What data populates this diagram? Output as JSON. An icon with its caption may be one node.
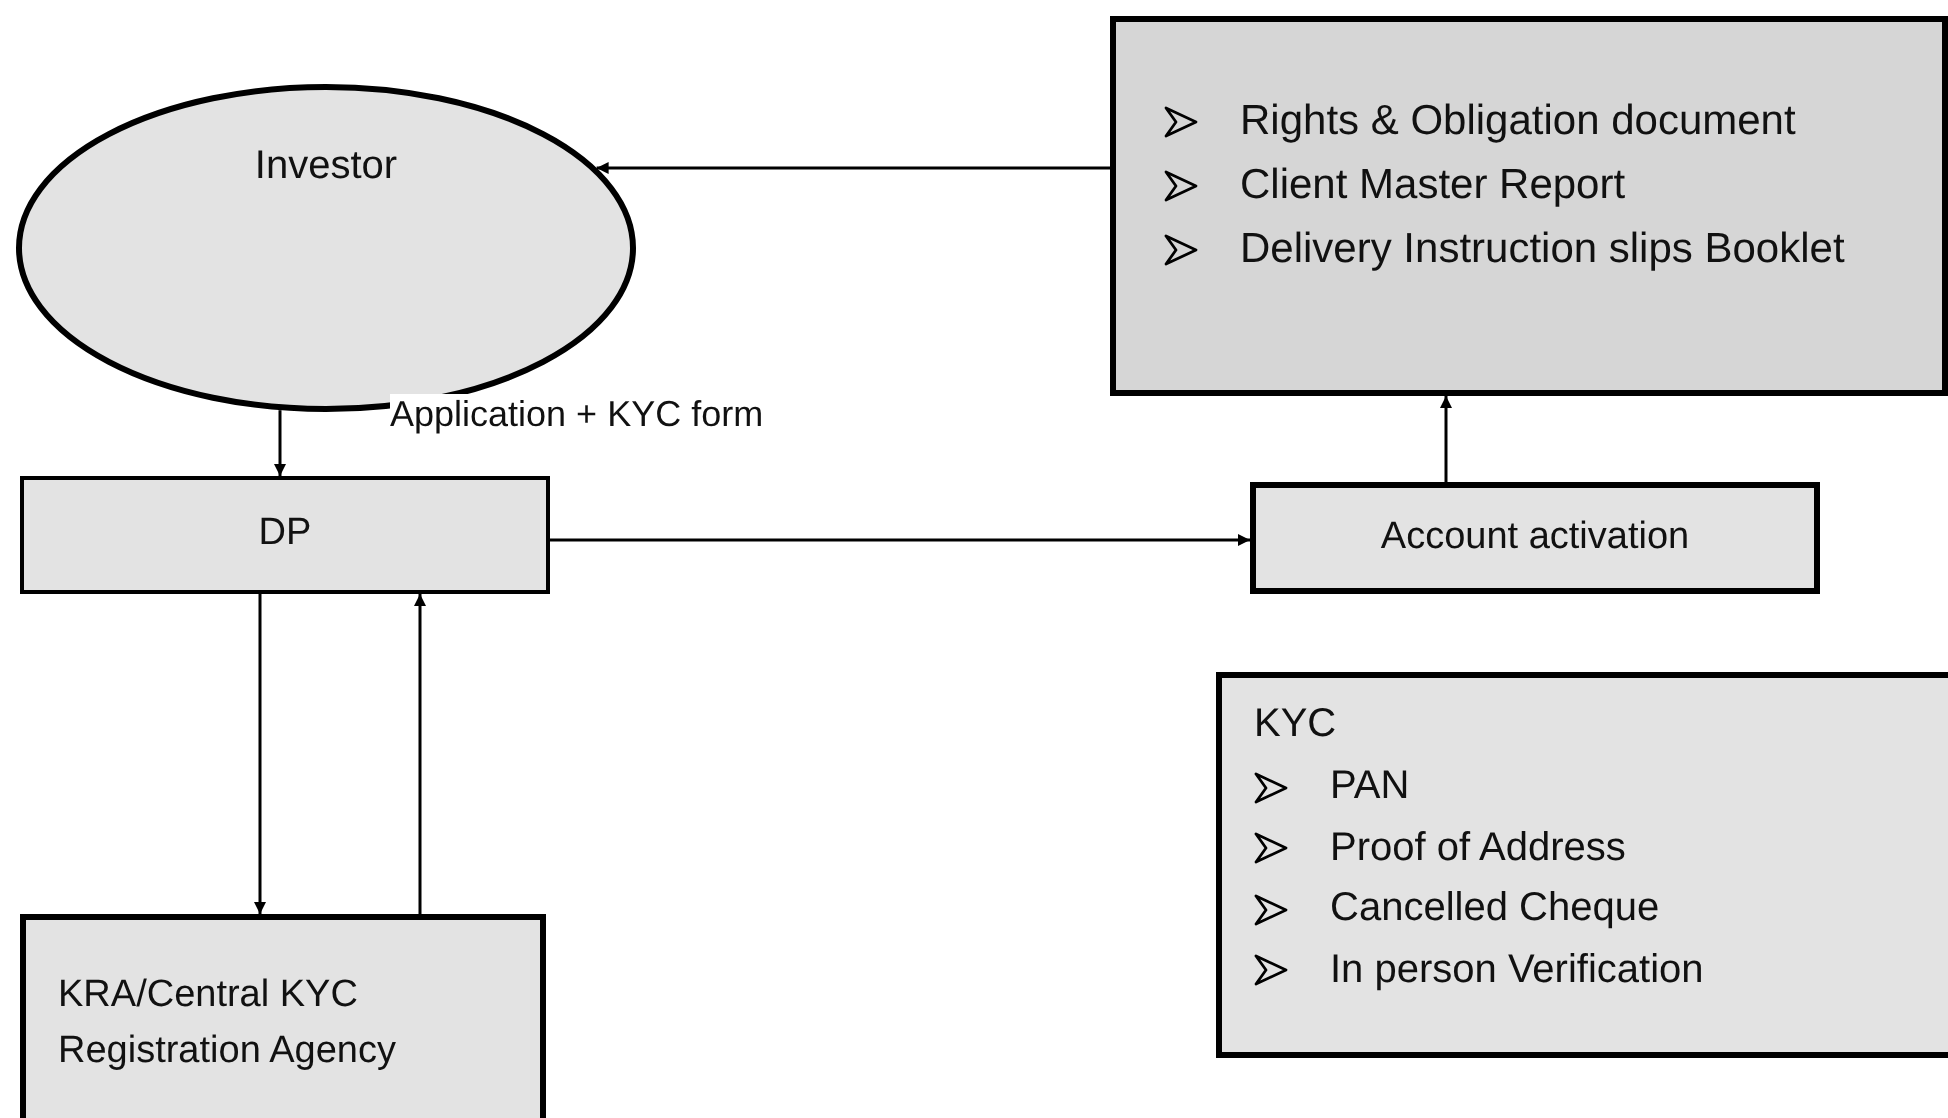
{
  "diagram": {
    "nodes": [
      {
        "text": [
          "Investor"
        ]
      },
      {
        "text": [
          "Rights & Obligation document",
          "Client Master Report",
          "Delivery Instruction slips Booklet"
        ]
      },
      {
        "text": [
          "DP"
        ]
      },
      {
        "text": [
          "Account activation"
        ]
      },
      {
        "text": [
          "KRA/Central KYC Registration Agency"
        ]
      },
      {
        "text": [
          "KYC",
          "PAN",
          "Proof of Address",
          "Cancelled Cheque",
          "In person Verification"
        ]
      }
    ],
    "edges": [
      {
        "from": 1,
        "to": 0,
        "arrow": "to"
      },
      {
        "from": 0,
        "to": 2,
        "arrow": "to",
        "label": "Application + KYC form"
      },
      {
        "from": 2,
        "to": 3,
        "arrow": "to"
      },
      {
        "from": 3,
        "to": 1,
        "arrow": "to"
      },
      {
        "from": 2,
        "to": 4,
        "arrow": "to"
      },
      {
        "from": 4,
        "to": 2,
        "arrow": "to"
      }
    ]
  }
}
